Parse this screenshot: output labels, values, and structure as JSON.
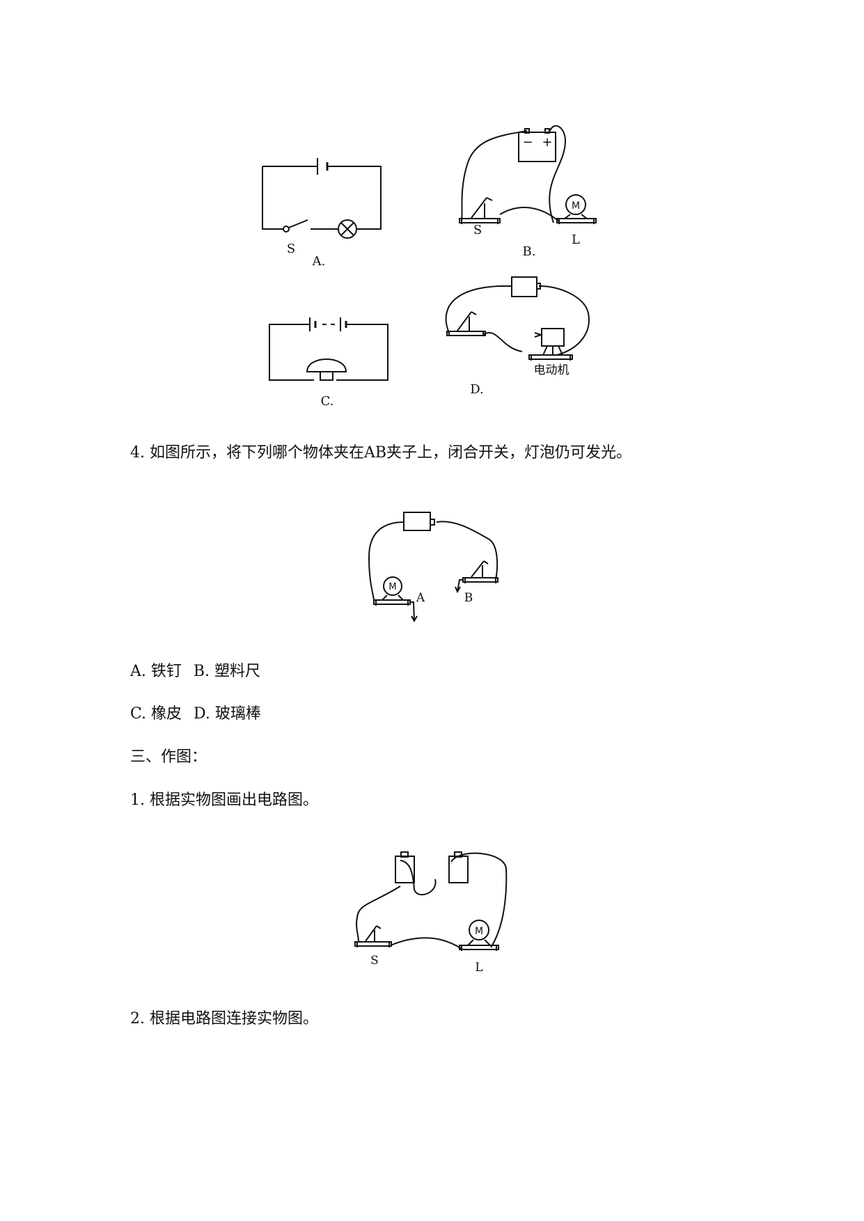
{
  "figure_1": {
    "panel_a": {
      "switch_label": "S",
      "caption": "A."
    },
    "panel_b": {
      "battery_minus": "−",
      "battery_plus": "+",
      "switch_label": "S",
      "lamp_label": "L",
      "lamp_letter": "M",
      "caption": "B."
    },
    "panel_c": {
      "caption": "C."
    },
    "panel_d": {
      "motor_label": "电动机",
      "caption": "D."
    }
  },
  "question_4": {
    "text": "4.  如图所示，将下列哪个物体夹在AB夹子上，闭合开关，灯泡仍可发光。",
    "figure": {
      "label_a": "A",
      "label_b": "B",
      "lamp_letter": "M"
    },
    "options_row1": [
      "A.  铁钉",
      "B.  塑料尺"
    ],
    "options_row2": [
      "C.  橡皮",
      "D.  玻璃棒"
    ]
  },
  "section_3": {
    "heading": "三、作图："
  },
  "drawing_1": {
    "text": "1.  根据实物图画出电路图。",
    "figure": {
      "switch_label": "S",
      "lamp_label": "L",
      "lamp_letter": "M"
    }
  },
  "drawing_2": {
    "text": "2.  根据电路图连接实物图。"
  }
}
